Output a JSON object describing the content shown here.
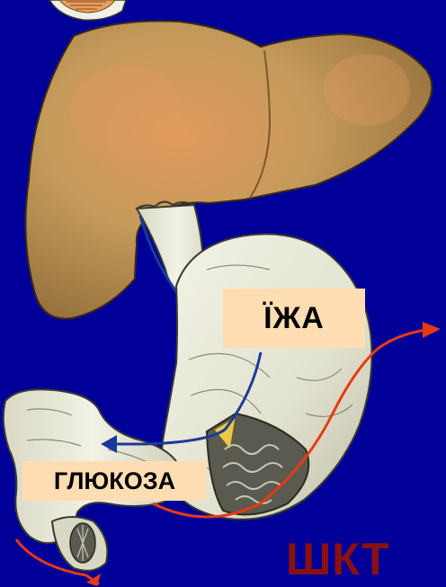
{
  "labels": {
    "food": "ЇЖА",
    "glucose": "ГЛЮКОЗА",
    "title": "ШКТ"
  },
  "colors": {
    "background": "#000099",
    "label_fill": "#ffddb3",
    "title": "#8a1010",
    "arrow_blue": "#1a3a9a",
    "arrow_red": "#e83a12",
    "liver": "#b8894a",
    "stomach": "#e8e8d8"
  },
  "icons": {
    "liver": "liver-organ",
    "stomach": "stomach-organ",
    "intestine": "small-intestine-organ"
  }
}
